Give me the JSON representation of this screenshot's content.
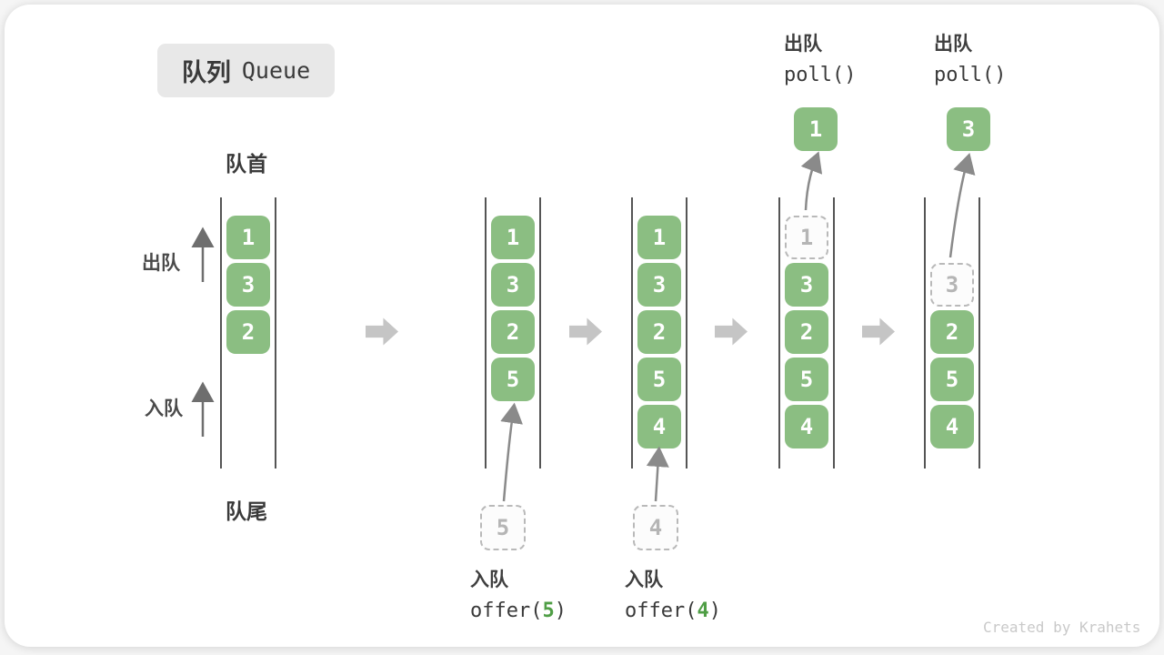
{
  "title": {
    "zh": "队列",
    "en": "Queue"
  },
  "labels": {
    "front": "队首",
    "rear": "队尾",
    "dequeue": "出队",
    "enqueue": "入队"
  },
  "queues": [
    {
      "boxes": [
        {
          "value": "1"
        },
        {
          "value": "3"
        },
        {
          "value": "2"
        }
      ]
    },
    {
      "boxes": [
        {
          "value": "1"
        },
        {
          "value": "3"
        },
        {
          "value": "2"
        },
        {
          "value": "5"
        }
      ]
    },
    {
      "boxes": [
        {
          "value": "1"
        },
        {
          "value": "3"
        },
        {
          "value": "2"
        },
        {
          "value": "5"
        },
        {
          "value": "4"
        }
      ]
    },
    {
      "ghost": {
        "value": "1"
      },
      "boxes": [
        {
          "value": "3"
        },
        {
          "value": "2"
        },
        {
          "value": "5"
        },
        {
          "value": "4"
        }
      ]
    },
    {
      "ghost": {
        "value": "3"
      },
      "boxes": [
        {
          "value": "2"
        },
        {
          "value": "5"
        },
        {
          "value": "4"
        }
      ]
    }
  ],
  "enqueue_ops": [
    {
      "label": "入队",
      "fn": "offer(",
      "arg": "5",
      "close": ")",
      "staged_value": "5"
    },
    {
      "label": "入队",
      "fn": "offer(",
      "arg": "4",
      "close": ")",
      "staged_value": "4"
    }
  ],
  "dequeue_ops": [
    {
      "label": "出队",
      "code": "poll()",
      "result_value": "1"
    },
    {
      "label": "出队",
      "code": "poll()",
      "result_value": "3"
    }
  ],
  "footer": "Created by Krahets",
  "colors": {
    "box_green": "#8bbe82",
    "code_arg_green": "#4f9e45",
    "flow_arrow_gray": "#c5c5c5",
    "badge_gray": "#e8e8e8",
    "line_gray": "#555555",
    "ghost_gray": "#b5b5b5"
  }
}
